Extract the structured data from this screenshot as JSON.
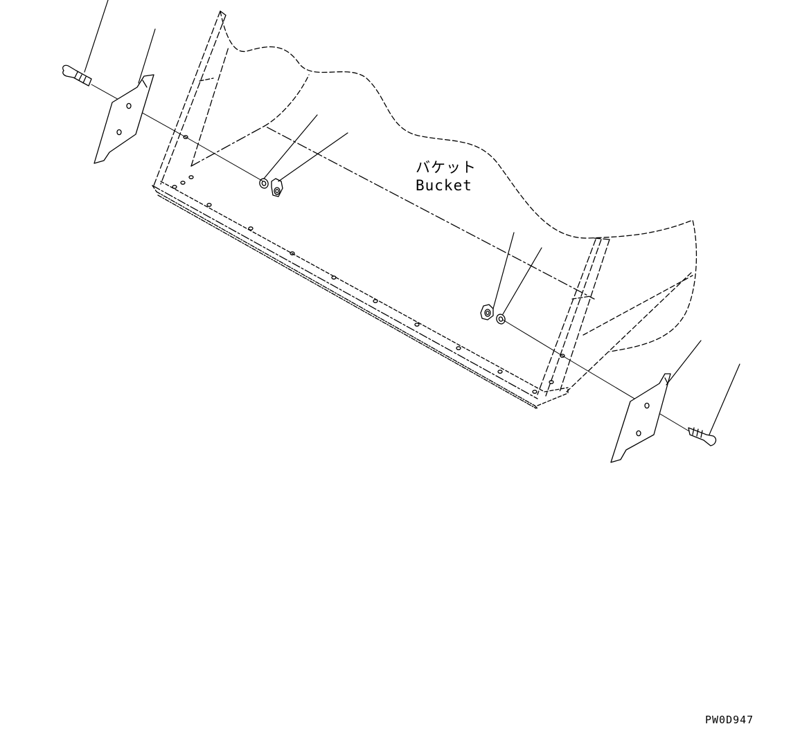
{
  "labels": {
    "part_name_ja": "バケット",
    "part_name_en": "Bucket",
    "drawing_code": "PW0D947"
  },
  "colors": {
    "line": "#000000",
    "background": "#ffffff"
  }
}
